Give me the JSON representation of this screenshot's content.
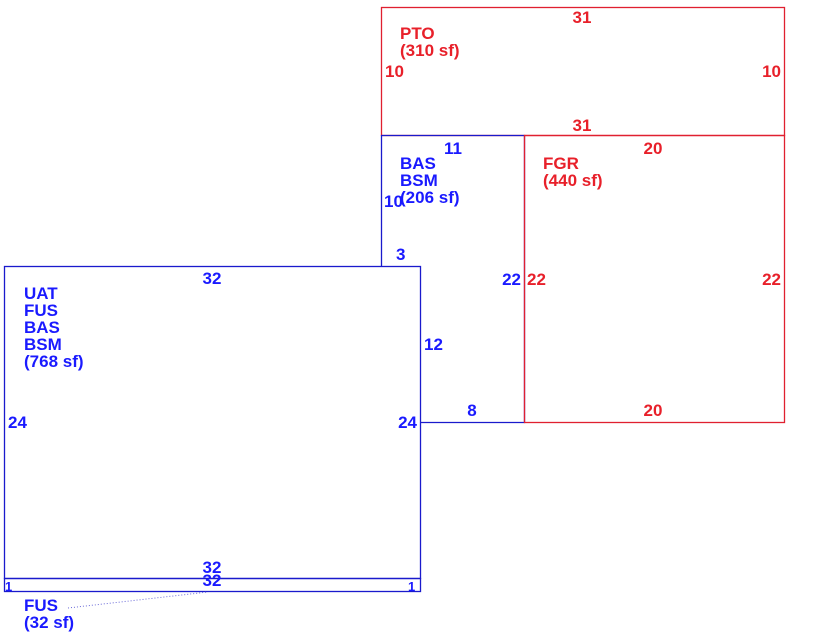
{
  "colors": {
    "living": "#1a1aff",
    "non_living": "#e8202a"
  },
  "areas": {
    "pto": {
      "codes": [
        "PTO"
      ],
      "area": "(310 sf)",
      "dims": {
        "top": "31",
        "bottom": "31",
        "left": "10",
        "right": "10"
      }
    },
    "bas_upper": {
      "codes": [
        "BAS",
        "BSM"
      ],
      "area": "(206 sf)",
      "dims": {
        "top": "11",
        "left": "10",
        "notch": "3",
        "right": "22",
        "inner": "12",
        "bottom": "8"
      }
    },
    "fgr": {
      "codes": [
        "FGR"
      ],
      "area": "(440 sf)",
      "dims": {
        "top": "20",
        "bottom": "20",
        "left": "22",
        "right": "22"
      }
    },
    "main": {
      "codes": [
        "UAT",
        "FUS",
        "BAS",
        "BSM"
      ],
      "area": "(768 sf)",
      "dims": {
        "top": "32",
        "bottom": "32",
        "left": "24",
        "right": "24"
      }
    },
    "fus_strip": {
      "codes": [
        "FUS"
      ],
      "area": "(32 sf)",
      "dims": {
        "top": "32",
        "left": "1",
        "right": "1"
      }
    }
  }
}
